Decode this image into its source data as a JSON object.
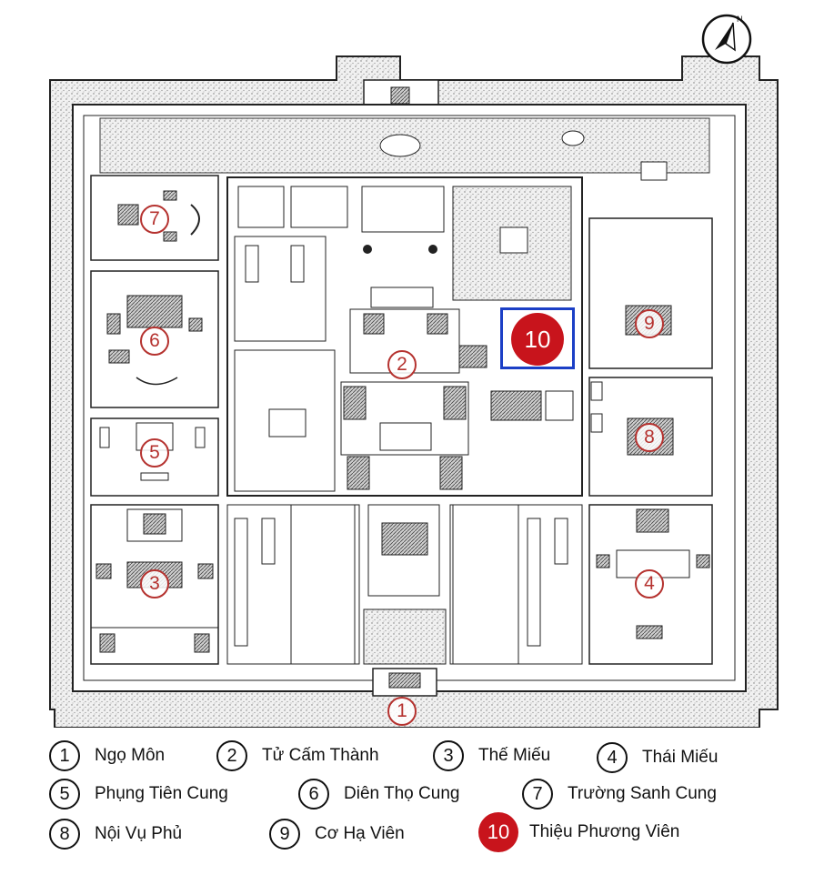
{
  "map": {
    "markers": [
      {
        "number": "1"
      },
      {
        "number": "2"
      },
      {
        "number": "3"
      },
      {
        "number": "4"
      },
      {
        "number": "5"
      },
      {
        "number": "6"
      },
      {
        "number": "7"
      },
      {
        "number": "8"
      },
      {
        "number": "9"
      },
      {
        "number": "10",
        "highlighted": true
      }
    ],
    "compass_label": "N",
    "colors": {
      "marker": "#b5322f",
      "highlight": "#c8141c",
      "selection": "#1b3fc6"
    }
  },
  "legend": {
    "items": [
      {
        "number": "1",
        "label": "Ngọ Môn"
      },
      {
        "number": "2",
        "label": "Tử Cấm Thành"
      },
      {
        "number": "3",
        "label": "Thế Miếu"
      },
      {
        "number": "4",
        "label": "Thái Miếu"
      },
      {
        "number": "5",
        "label": "Phụng Tiên Cung"
      },
      {
        "number": "6",
        "label": "Diên Thọ Cung"
      },
      {
        "number": "7",
        "label": "Trường Sanh Cung"
      },
      {
        "number": "8",
        "label": "Nội Vụ Phủ"
      },
      {
        "number": "9",
        "label": "Cơ Hạ Viên"
      },
      {
        "number": "10",
        "label": "Thiệu Phương Viên",
        "highlighted": true
      }
    ]
  }
}
